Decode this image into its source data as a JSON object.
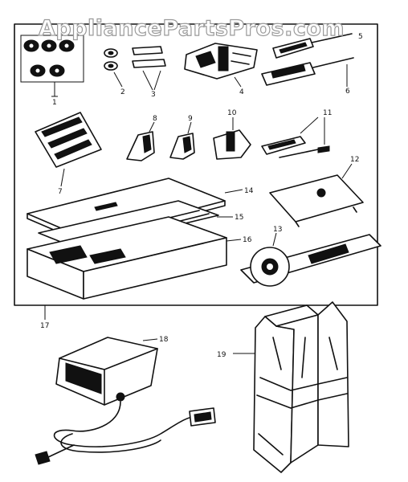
{
  "watermark": "AppliancePartsPros.com",
  "callouts": {
    "c1": "1",
    "c2": "2",
    "c3": "3",
    "c4": "4",
    "c5": "5",
    "c6": "6",
    "c7": "7",
    "c8": "8",
    "c9": "9",
    "c10": "10",
    "c11": "11",
    "c12": "12",
    "c13": "13",
    "c14": "14",
    "c15": "15",
    "c16": "16",
    "c17": "17",
    "c18": "18",
    "c19": "19"
  }
}
